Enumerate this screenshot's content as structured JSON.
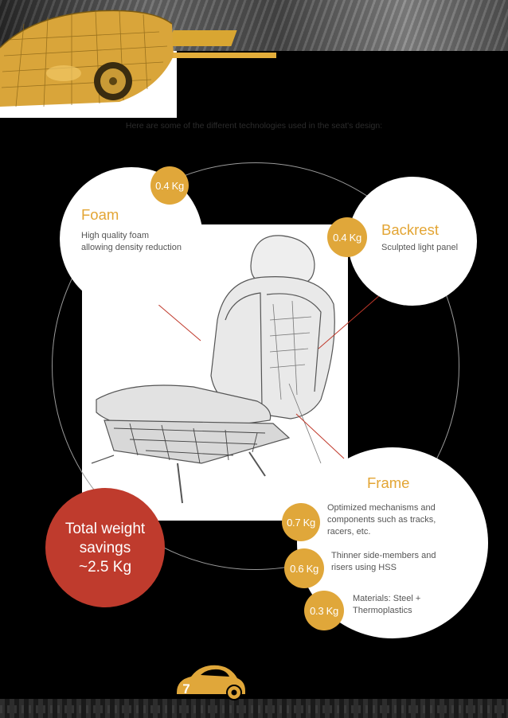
{
  "intro": "Here are some of the different technologies used in the seat's design:",
  "foam": {
    "badge": "0.4 Kg",
    "title": "Foam",
    "desc_line1": "High quality foam",
    "desc_line2": "allowing density reduction"
  },
  "backrest": {
    "badge": "0.4 Kg",
    "title": "Backrest",
    "desc": "Sculpted light panel"
  },
  "frame": {
    "title": "Frame",
    "items": [
      {
        "badge": "0.7 Kg",
        "line1": "Optimized mechanisms and",
        "line2": "components such as tracks,",
        "line3": "racers, etc."
      },
      {
        "badge": "0.6 Kg",
        "line1": "Thinner side-members and",
        "line2": "risers using HSS"
      },
      {
        "badge": "0.3 Kg",
        "line1": "Materials: Steel +",
        "line2": "Thermoplastics"
      }
    ]
  },
  "total": {
    "line1": "Total weight",
    "line2": "savings",
    "line3": "~2.5 Kg"
  },
  "page_number": "7",
  "colors": {
    "accent_gold": "#e0a73a",
    "total_red": "#bf3b2d",
    "background": "#000000"
  }
}
